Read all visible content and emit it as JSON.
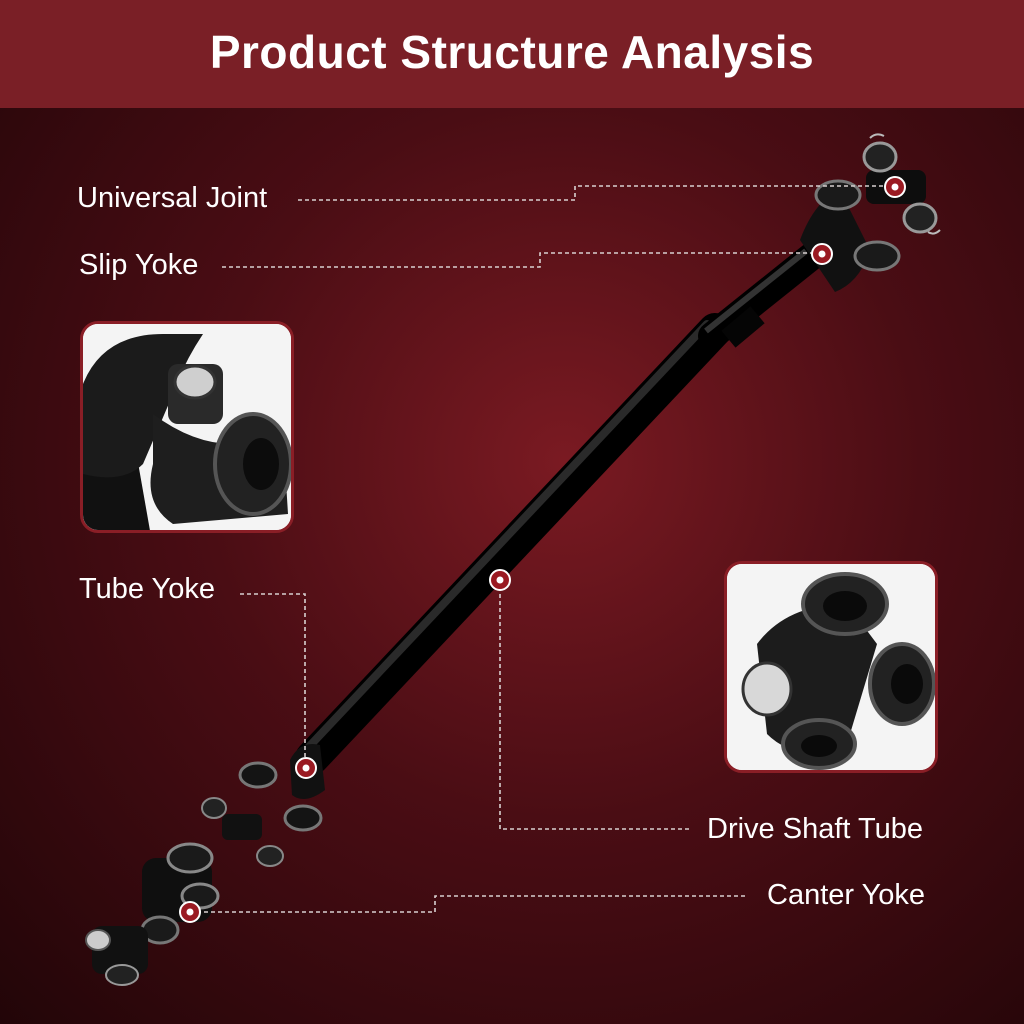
{
  "header": {
    "title": "Product Structure Analysis"
  },
  "callouts": {
    "universal_joint": "Universal Joint",
    "slip_yoke": "Slip Yoke",
    "tube_yoke": "Tube Yoke",
    "drive_shaft_tube": "Drive Shaft Tube",
    "canter_yoke": "Canter Yoke"
  },
  "colors": {
    "header_bg": "#7a1f26",
    "background_dark": "#220508",
    "background_mid": "#4a0d14",
    "marker": "#9a1a22",
    "leader_line": "#d8d0d0",
    "inset_border": "#8a1e26"
  },
  "icons": [
    "drive-shaft-illustration",
    "slip-yoke-closeup-icon",
    "universal-joint-closeup-icon"
  ]
}
